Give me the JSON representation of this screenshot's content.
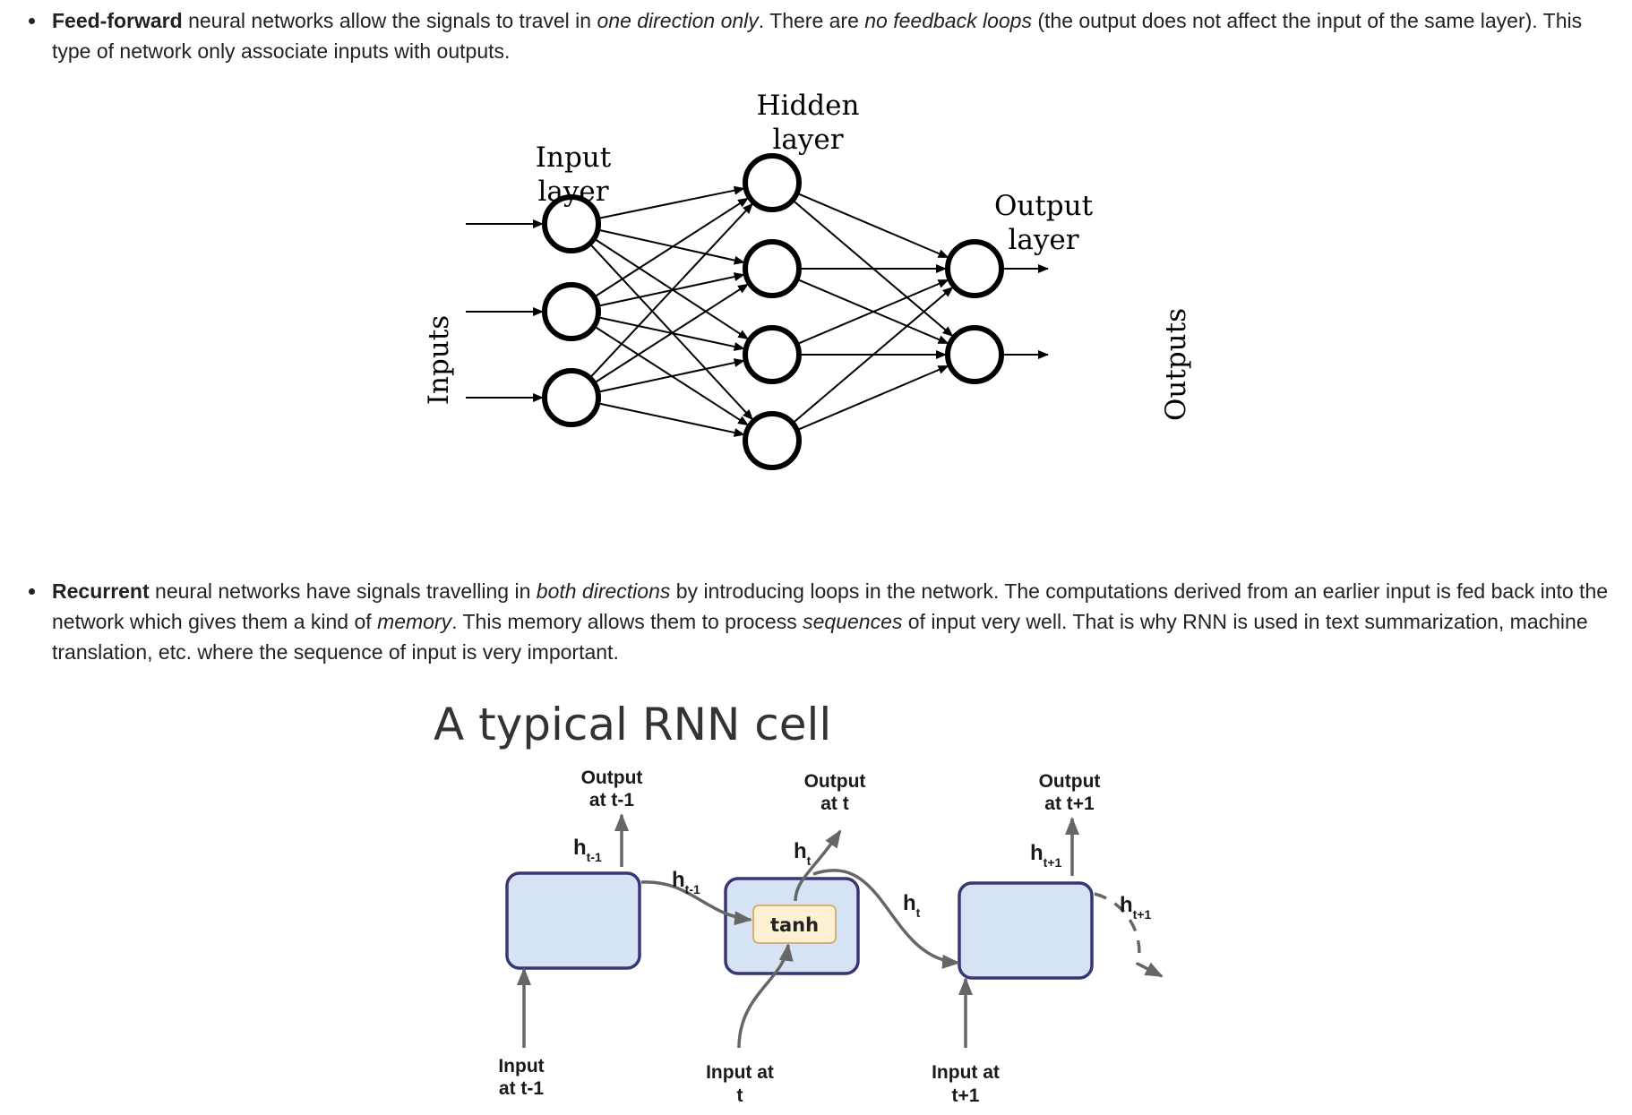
{
  "paragraph1": {
    "term": "Feed-forward",
    "text_a": " neural networks allow the signals to travel in ",
    "em_a": "one direction only",
    "text_b": ". There are ",
    "em_b": "no feedback loops",
    "text_c": " (the output does not affect the input of the same layer). This type of network only associate inputs with outputs."
  },
  "ffnn_figure": {
    "input_layer_label": [
      "Input",
      "layer"
    ],
    "hidden_layer_label": [
      "Hidden",
      "layer"
    ],
    "output_layer_label": [
      "Output",
      "layer"
    ],
    "inputs_label": "Inputs",
    "outputs_label": "Outputs"
  },
  "paragraph2": {
    "term": "Recurrent",
    "text_a": " neural networks have signals travelling in ",
    "em_a": "both directions",
    "text_b": " by introducing loops in the network. The computations derived from an earlier input is fed back into the network which gives them a kind of ",
    "em_b": "memory",
    "text_c": ". This memory allows them to process ",
    "em_c": "sequences",
    "text_d": " of input very well. That is why RNN is used in text summarization, machine translation, etc. where the sequence of input is very important."
  },
  "rnn_figure": {
    "title": "A typical RNN cell",
    "output_prev": [
      "Output",
      "at t-1"
    ],
    "output_curr": [
      "Output",
      "at t"
    ],
    "output_next": [
      "Output",
      "at t+1"
    ],
    "input_prev": [
      "Input",
      "at t-1"
    ],
    "input_curr": [
      "Input at",
      "t"
    ],
    "input_next": [
      "Input at",
      "t+1"
    ],
    "h_symbol": "h",
    "sub_prev": "t-1",
    "sub_curr": "t",
    "sub_next": "t+1",
    "activation": "tanh",
    "colors": {
      "cell_fill": "#d6e3f5",
      "cell_stroke": "#3b3575",
      "tanh_fill": "#fdf0d3",
      "tanh_stroke": "#d8b070",
      "arrow": "#666666"
    }
  }
}
